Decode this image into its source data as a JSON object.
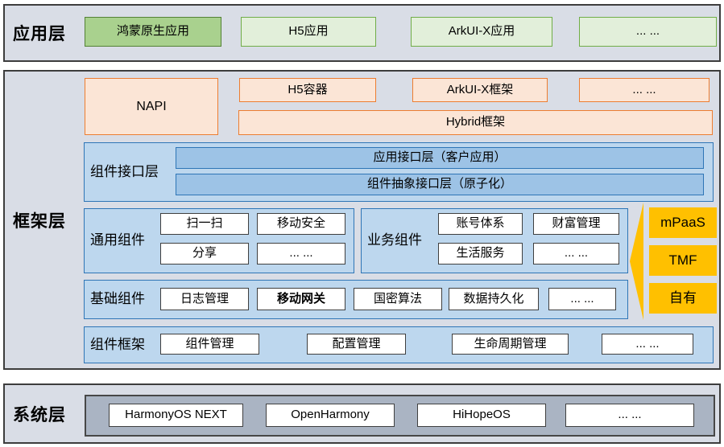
{
  "layers": {
    "app": {
      "label": "应用层",
      "boxes": [
        {
          "label": "鸿蒙原生应用"
        },
        {
          "label": "H5应用"
        },
        {
          "label": "ArkUI-X应用"
        },
        {
          "label": "... ..."
        }
      ]
    },
    "framework": {
      "label": "框架层",
      "napi": "NAPI",
      "top_boxes": [
        {
          "label": "H5容器"
        },
        {
          "label": "ArkUI-X框架"
        },
        {
          "label": "... ..."
        }
      ],
      "hybrid": "Hybrid框架",
      "interface_layer": {
        "label": "组件接口层",
        "bars": [
          {
            "label": "应用接口层（客户应用）"
          },
          {
            "label": "组件抽象接口层（原子化）"
          }
        ]
      },
      "common": {
        "label": "通用组件",
        "items": [
          {
            "label": "扫一扫"
          },
          {
            "label": "移动安全"
          },
          {
            "label": "分享"
          },
          {
            "label": "... ..."
          }
        ]
      },
      "business": {
        "label": "业务组件",
        "items": [
          {
            "label": "账号体系"
          },
          {
            "label": "财富管理"
          },
          {
            "label": "生活服务"
          },
          {
            "label": "... ..."
          }
        ]
      },
      "basic": {
        "label": "基础组件",
        "items": [
          {
            "label": "日志管理"
          },
          {
            "label": "移动网关"
          },
          {
            "label": "国密算法"
          },
          {
            "label": "数据持久化"
          },
          {
            "label": "... ..."
          }
        ]
      },
      "component_framework": {
        "label": "组件框架",
        "items": [
          {
            "label": "组件管理"
          },
          {
            "label": "配置管理"
          },
          {
            "label": "生命周期管理"
          },
          {
            "label": "... ..."
          }
        ]
      },
      "sources": [
        {
          "label": "mPaaS"
        },
        {
          "label": "TMF"
        },
        {
          "label": "自有"
        }
      ]
    },
    "system": {
      "label": "系统层",
      "items": [
        {
          "label": "HarmonyOS NEXT"
        },
        {
          "label": "OpenHarmony"
        },
        {
          "label": "HiHopeOS"
        },
        {
          "label": "... ..."
        }
      ]
    }
  },
  "colors": {
    "section_bg": "#d9dde6",
    "section_border": "#3d3d3d",
    "green_fill": "#a9d18e",
    "green_fill_border": "#538135",
    "green_light": "#e2efda",
    "green_light_border": "#70ad47",
    "peach": "#fbe5d6",
    "peach_border": "#ed7d31",
    "blue_container": "#bdd7ee",
    "blue_container_border": "#2e75b6",
    "blue_bar": "#9dc3e6",
    "yellow": "#ffc000",
    "gray_container": "#aab4c3",
    "white_box_border": "#3f3f3f"
  }
}
